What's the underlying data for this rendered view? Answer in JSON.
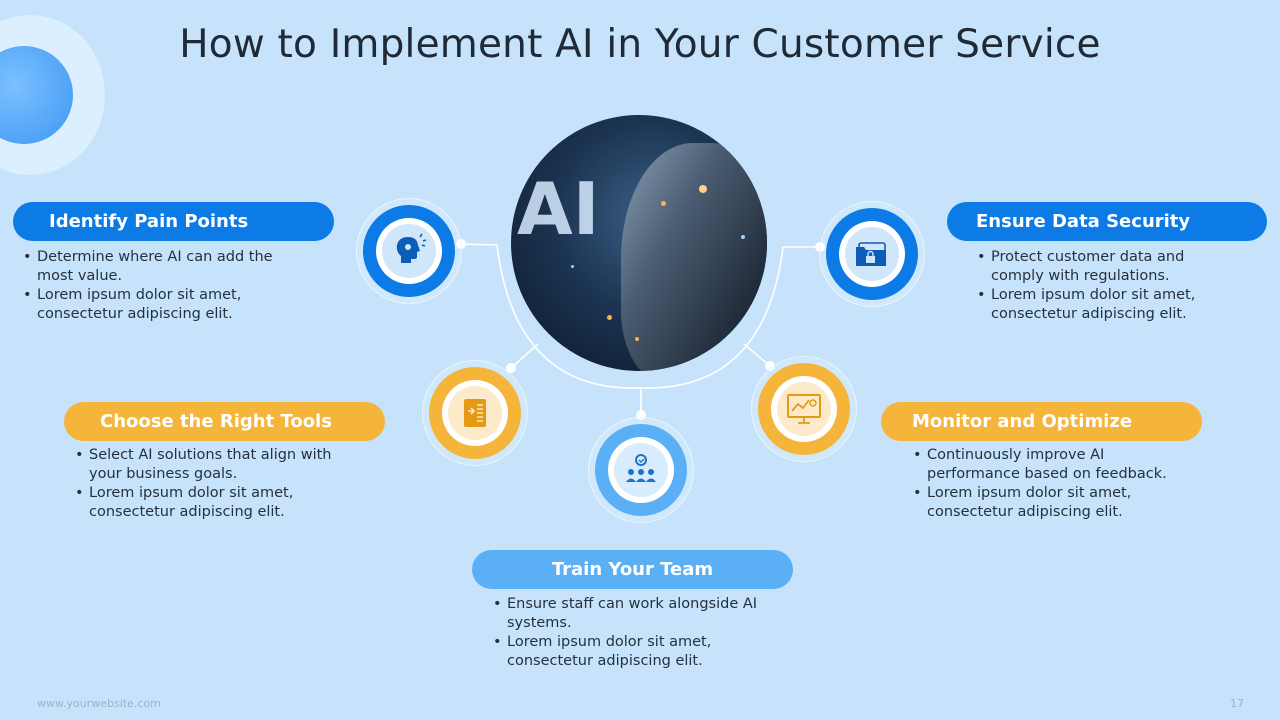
{
  "title": "How to Implement AI in Your Customer Service",
  "hero": {
    "image_text": "AI"
  },
  "steps": [
    {
      "id": "identify",
      "label": "Identify Pain Points",
      "icon": "head-idea-icon",
      "color": "#0c7be6",
      "bullets": [
        "Determine where AI can add the most value.",
        "Lorem ipsum dolor sit amet, consectetur adipiscing elit."
      ]
    },
    {
      "id": "security",
      "label": "Ensure Data Security",
      "icon": "secure-folder-icon",
      "color": "#0c7be6",
      "bullets": [
        "Protect customer data and comply with regulations.",
        "Lorem ipsum dolor sit amet, consectetur adipiscing elit."
      ]
    },
    {
      "id": "tools",
      "label": "Choose the Right Tools",
      "icon": "document-list-icon",
      "color": "#f5b43a",
      "bullets": [
        "Select AI solutions that align with your business goals.",
        "Lorem ipsum dolor sit amet, consectetur adipiscing elit."
      ]
    },
    {
      "id": "monitor",
      "label": "Monitor and Optimize",
      "icon": "analytics-board-icon",
      "color": "#f5b43a",
      "bullets": [
        "Continuously improve AI performance based on feedback.",
        "Lorem ipsum dolor sit amet, consectetur adipiscing elit."
      ]
    },
    {
      "id": "train",
      "label": "Train Your Team",
      "icon": "team-icon",
      "color": "#5bb0f5",
      "bullets": [
        "Ensure staff can work alongside AI systems.",
        "Lorem ipsum dolor sit amet, consectetur adipiscing elit."
      ]
    }
  ],
  "footer": {
    "website": "www.yourwebsite.com",
    "page_number": "17"
  }
}
